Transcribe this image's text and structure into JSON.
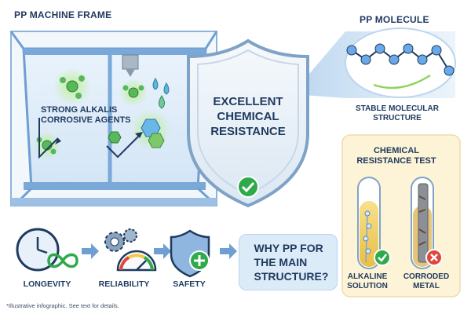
{
  "frame_title": "PP MACHINE FRAME",
  "molecule_title": "PP MOLECULE",
  "alkalis_label": "STRONG ALKALIS\nCORROSIVE AGENTS",
  "shield_text": "EXCELLENT\nCHEMICAL\nRESISTANCE",
  "molecule_caption": "STABLE MOLECULAR\nSTRUCTURE",
  "test_title": "CHEMICAL\nRESISTANCE TEST",
  "alkaline_label": "ALKALINE\nSOLUTION",
  "corroded_label": "CORRODED\nMETAL",
  "benefits": [
    "LONGEVITY",
    "RELIABILITY",
    "SAFETY"
  ],
  "why_text": "WHY PP FOR\nTHE MAIN\nSTRUCTURE?",
  "footnote": "*Illustrative infographic. See text for details.",
  "colors": {
    "navy": "#1f3a5f",
    "frame_blue": "#6f9fd2",
    "light_blue": "#dcebf8",
    "accent_green": "#2faa4a",
    "danger_red": "#e0463a",
    "liquid_yellow": "#f2d26b"
  },
  "icons": [
    "check-icon",
    "cross-icon",
    "clock-icon",
    "infinity-icon",
    "gears-icon",
    "gauge-icon",
    "shield-plus-icon",
    "arrow-right-icon"
  ]
}
